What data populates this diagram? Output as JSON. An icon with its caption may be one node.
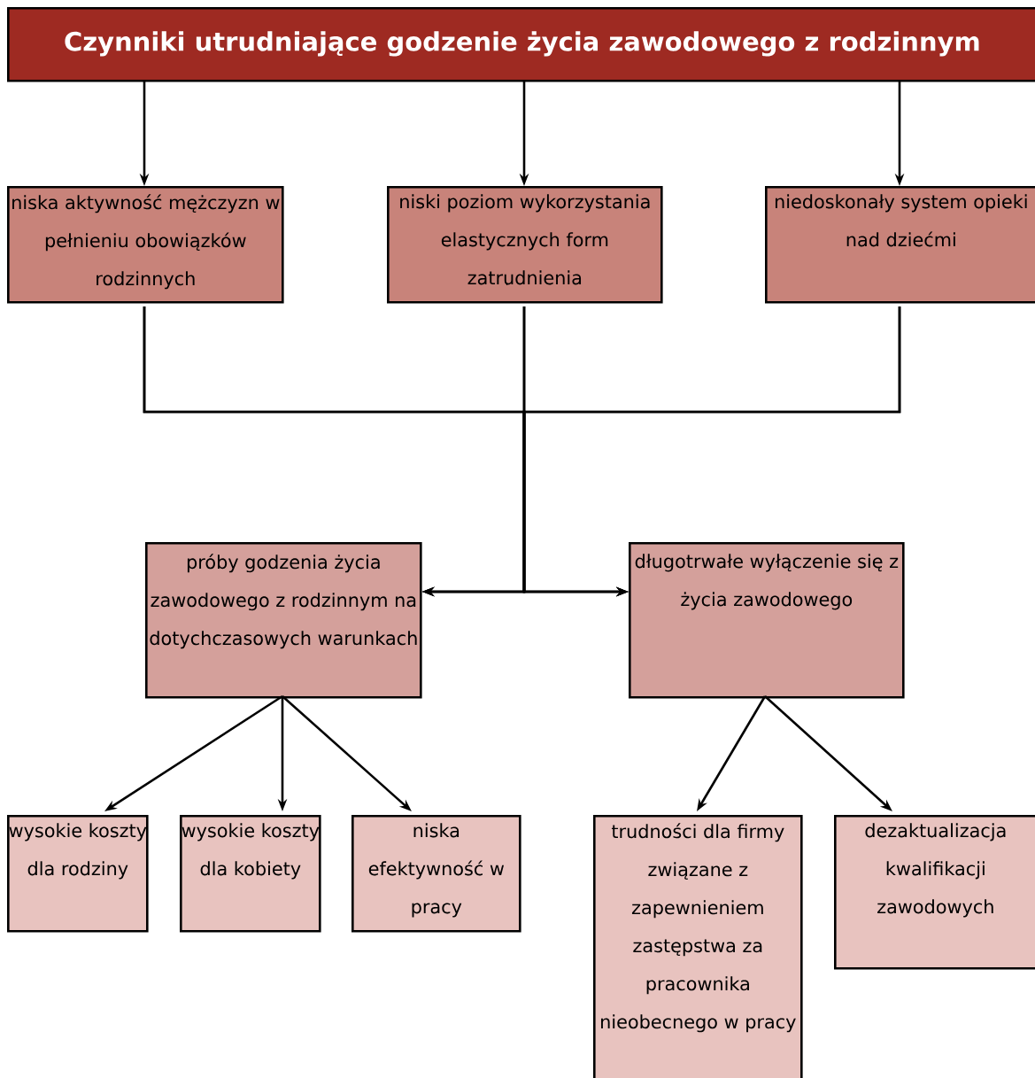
{
  "diagram": {
    "nodes": [
      {
        "text": [
          "Czynniki utrudniające godzenie życia zawodowego z rodzinnym"
        ]
      },
      {
        "text": [
          "niska aktywność mężczyzn w pełnieniu obowiązków rodzinnych"
        ]
      },
      {
        "text": [
          "niski poziom wykorzystania elastycznych form zatrudnienia"
        ]
      },
      {
        "text": [
          "niedoskonały system opieki nad dziećmi"
        ]
      },
      {
        "text": [
          "próby godzenia życia zawodowego z rodzinnym na dotychczasowych warunkach"
        ]
      },
      {
        "text": [
          "długotrwałe wyłączenie się z życia zawodowego"
        ]
      },
      {
        "text": [
          "wysokie koszty dla rodziny"
        ]
      },
      {
        "text": [
          "wysokie koszty dla kobiety"
        ]
      },
      {
        "text": [
          "niska efektywność w pracy"
        ]
      },
      {
        "text": [
          "trudności dla firmy związane z zapewnieniem zastępstwa za pracownika nieobecnego w pracy"
        ]
      },
      {
        "text": [
          "dezaktualizacja kwalifikacji zawodowych"
        ]
      }
    ],
    "edges": [
      {
        "from": 0,
        "to": 1,
        "arrow": "to"
      },
      {
        "from": 0,
        "to": 2,
        "arrow": "to"
      },
      {
        "from": 0,
        "to": 3,
        "arrow": "to"
      },
      {
        "from": 1,
        "to": 4,
        "arrow": "to"
      },
      {
        "from": 2,
        "to": 4,
        "arrow": "to"
      },
      {
        "from": 3,
        "to": 4,
        "arrow": "to"
      },
      {
        "from": 1,
        "to": 5,
        "arrow": "to"
      },
      {
        "from": 2,
        "to": 5,
        "arrow": "to"
      },
      {
        "from": 3,
        "to": 5,
        "arrow": "to"
      },
      {
        "from": 4,
        "to": 6,
        "arrow": "to"
      },
      {
        "from": 4,
        "to": 7,
        "arrow": "to"
      },
      {
        "from": 4,
        "to": 8,
        "arrow": "to"
      },
      {
        "from": 5,
        "to": 9,
        "arrow": "to"
      },
      {
        "from": 5,
        "to": 10,
        "arrow": "to"
      }
    ]
  }
}
